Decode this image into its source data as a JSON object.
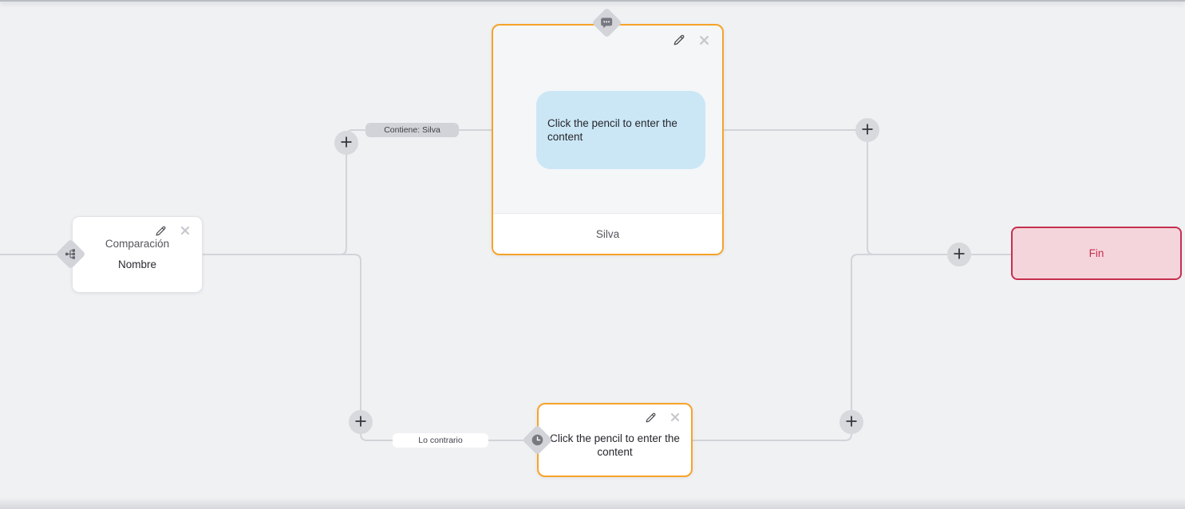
{
  "nodes": {
    "comparison": {
      "title": "Comparación",
      "subtitle": "Nombre"
    },
    "message": {
      "body_placeholder": "Click the pencil to enter the content",
      "footer": "Silva"
    },
    "timeout": {
      "body_placeholder": "Click the pencil to enter the content"
    },
    "end": {
      "label": "Fin"
    }
  },
  "edge_labels": {
    "top": "Contiene: Silva",
    "bottom": "Lo contrario"
  },
  "colors": {
    "canvas_bg": "#f0f1f3",
    "connector": "#d2d4d9",
    "node_accent_orange": "#f7a329",
    "end_border": "#c5304e",
    "end_bg": "#f5d5dc",
    "end_text": "#c5304e",
    "message_bubble_blue": "#cbe7f6",
    "diamond_gray": "#d2d4d9",
    "edge_label_gray": "#d2d3d8"
  },
  "icons": {
    "edit": "pencil-icon",
    "delete": "close-icon",
    "add": "plus-icon",
    "comparison_type": "branch-icon",
    "message_type": "chat-bubble-icon",
    "timeout_type": "clock-icon"
  }
}
